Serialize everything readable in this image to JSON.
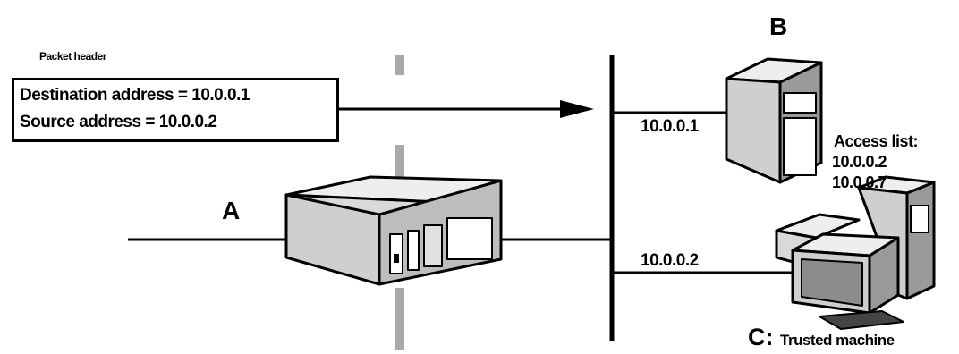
{
  "packet": {
    "header": "Packet header",
    "destination": "Destination address = 10.0.0.1",
    "source": "Source address = 10.0.0.2"
  },
  "nodes": {
    "a_label": "A",
    "b_label": "B",
    "c_label": "C:",
    "c_description": "Trusted machine"
  },
  "addresses": {
    "server_b": "10.0.0.1",
    "machine_c": "10.0.0.2"
  },
  "access_list": {
    "title": "Access list:",
    "entries": [
      "10.0.0.2",
      "10.0.0.7"
    ]
  },
  "colors": {
    "wall": "#aaaaaa",
    "device_fill": "#d9d9d9",
    "device_shade": "#9a9a9a",
    "line": "#000000"
  }
}
